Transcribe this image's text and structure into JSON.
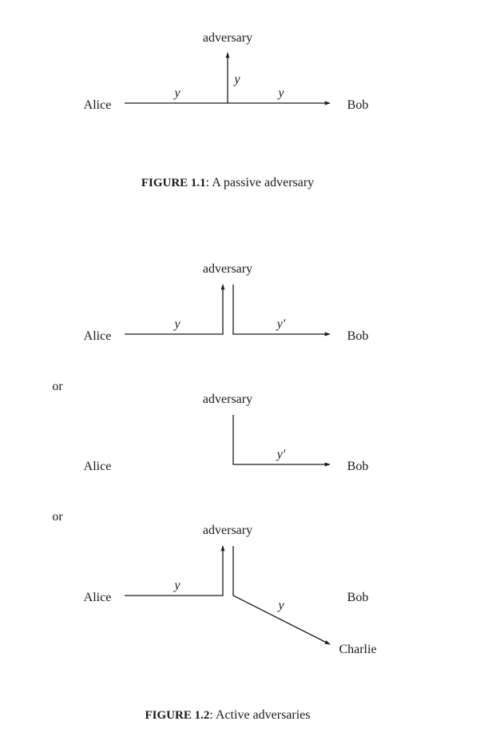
{
  "figure1": {
    "alice": "Alice",
    "bob": "Bob",
    "adversary": "adversary",
    "msg_alice_side": "y",
    "msg_up": "y",
    "msg_bob_side": "y",
    "caption_label": "FIGURE 1.1",
    "caption_text": ": A passive adversary"
  },
  "figure2": {
    "scenario1": {
      "alice": "Alice",
      "bob": "Bob",
      "adversary": "adversary",
      "msg_in": "y",
      "msg_out": "y′"
    },
    "or_1": "or",
    "scenario2": {
      "alice": "Alice",
      "bob": "Bob",
      "adversary": "adversary",
      "msg_out": "y′"
    },
    "or_2": "or",
    "scenario3": {
      "alice": "Alice",
      "bob": "Bob",
      "charlie": "Charlie",
      "adversary": "adversary",
      "msg_in": "y",
      "msg_out": "y"
    },
    "caption_label": "FIGURE 1.2",
    "caption_text": ": Active adversaries"
  }
}
